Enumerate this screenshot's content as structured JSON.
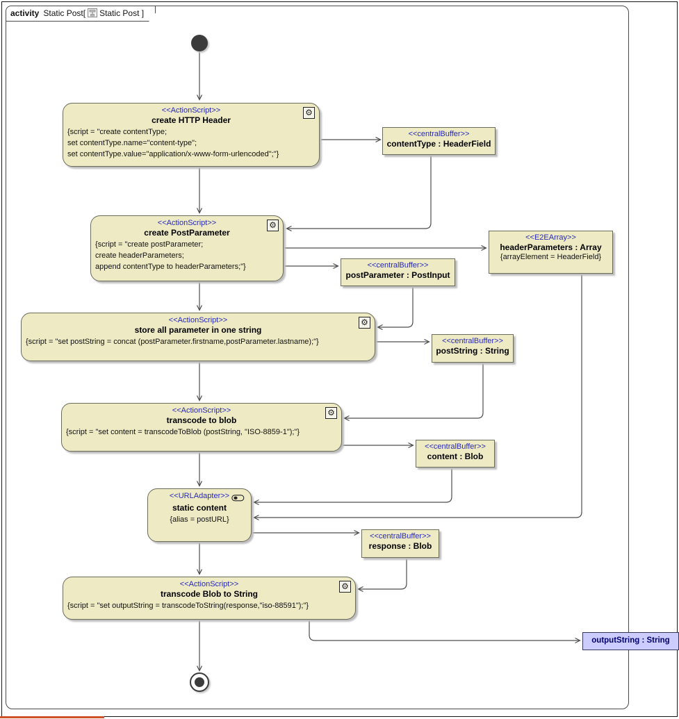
{
  "frame": {
    "title_keyword": "activity",
    "title_pre": "Static Post[",
    "title_post": "Static Post ]"
  },
  "icons": {
    "gear_glyph": "⚙"
  },
  "colors": {
    "node_fill": "#edeac4",
    "stereotype_blue": "#2828bd",
    "param_fill": "#ccccff",
    "edge_gray": "#4d4d4d"
  },
  "nodes": {
    "create_http_header": {
      "stereotype": "<<ActionScript>>",
      "name": "create HTTP Header",
      "lines": [
        "{script = \"create contentType;",
        "set contentType.name=\"content-type\";",
        "set contentType.value=\"application/x-www-form-urlencoded\";\"}"
      ]
    },
    "content_type_buffer": {
      "stereotype": "<<centralBuffer>>",
      "name": "contentType : HeaderField"
    },
    "create_post_parameter": {
      "stereotype": "<<ActionScript>>",
      "name": "create PostParameter",
      "lines": [
        "{script = \"create postParameter;",
        "create headerParameters;",
        "append contentType to headerParameters;\"}"
      ]
    },
    "header_parameters_array": {
      "stereotype": "<<E2EArray>>",
      "name": "headerParameters : Array",
      "tag": "{arrayElement = HeaderField}"
    },
    "post_parameter_buffer": {
      "stereotype": "<<centralBuffer>>",
      "name": "postParameter : PostInput"
    },
    "store_all_parameter": {
      "stereotype": "<<ActionScript>>",
      "name": "store all parameter in one string",
      "lines": [
        "{script = \"set postString = concat (postParameter.firstname,postParameter.lastname);\"}"
      ]
    },
    "post_string_buffer": {
      "stereotype": "<<centralBuffer>>",
      "name": "postString : String"
    },
    "transcode_to_blob": {
      "stereotype": "<<ActionScript>>",
      "name": "transcode to blob",
      "lines": [
        "{script = \"set content = transcodeToBlob (postString, \"ISO-8859-1\");\"}"
      ]
    },
    "content_buffer": {
      "stereotype": "<<centralBuffer>>",
      "name": "content : Blob"
    },
    "static_content": {
      "stereotype": "<<URLAdapter>>",
      "name": "static content",
      "tag": "{alias = postURL}"
    },
    "response_buffer": {
      "stereotype": "<<centralBuffer>>",
      "name": "response : Blob"
    },
    "transcode_blob_to_string": {
      "stereotype": "<<ActionScript>>",
      "name": "transcode Blob to String",
      "lines": [
        "{script = \"set outputString = transcodeToString(response,\"iso-88591\");\"}"
      ]
    },
    "output_string_parameter": {
      "name": "outputString : String"
    }
  }
}
